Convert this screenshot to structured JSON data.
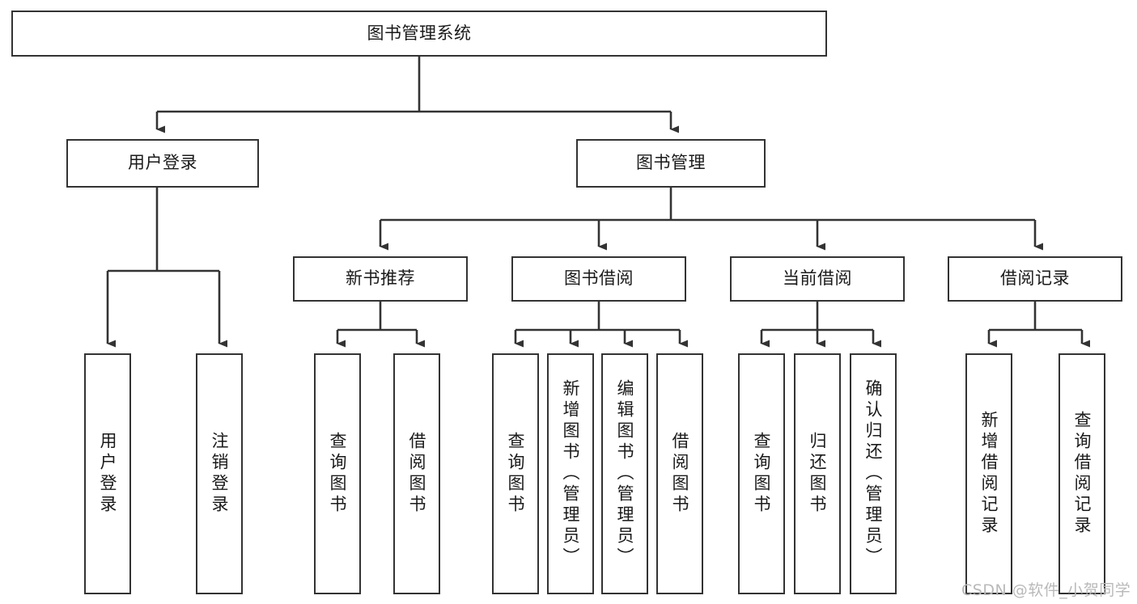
{
  "diagram": {
    "type": "tree-hierarchy",
    "title": "图书管理系统",
    "root": {
      "id": "root",
      "label": "图书管理系统",
      "orientation": "horizontal"
    },
    "level2": [
      {
        "id": "user-login",
        "label": "用户登录",
        "orientation": "horizontal"
      },
      {
        "id": "book-manage",
        "label": "图书管理",
        "orientation": "horizontal"
      }
    ],
    "level3": [
      {
        "id": "new-book-recommend",
        "label": "新书推荐",
        "orientation": "horizontal",
        "parent": "book-manage"
      },
      {
        "id": "book-borrow",
        "label": "图书借阅",
        "orientation": "horizontal",
        "parent": "book-manage"
      },
      {
        "id": "current-borrow",
        "label": "当前借阅",
        "orientation": "horizontal",
        "parent": "book-manage"
      },
      {
        "id": "borrow-record",
        "label": "借阅记录",
        "orientation": "horizontal",
        "parent": "book-manage"
      }
    ],
    "leaves": [
      {
        "id": "leaf-user-login",
        "label": "用户登录",
        "orientation": "vertical",
        "parent": "user-login"
      },
      {
        "id": "leaf-user-logout",
        "label": "注销登录",
        "orientation": "vertical",
        "parent": "user-login"
      },
      {
        "id": "leaf-query-book-1",
        "label": "查询图书",
        "orientation": "vertical",
        "parent": "new-book-recommend"
      },
      {
        "id": "leaf-borrow-book-1",
        "label": "借阅图书",
        "orientation": "vertical",
        "parent": "new-book-recommend"
      },
      {
        "id": "leaf-query-book-2",
        "label": "查询图书",
        "orientation": "vertical",
        "parent": "book-borrow"
      },
      {
        "id": "leaf-add-book",
        "label": "新增图书（管理员）",
        "orientation": "vertical",
        "parent": "book-borrow"
      },
      {
        "id": "leaf-edit-book",
        "label": "编辑图书（管理员）",
        "orientation": "vertical",
        "parent": "book-borrow"
      },
      {
        "id": "leaf-borrow-book-2",
        "label": "借阅图书",
        "orientation": "vertical",
        "parent": "book-borrow"
      },
      {
        "id": "leaf-query-book-3",
        "label": "查询图书",
        "orientation": "vertical",
        "parent": "current-borrow"
      },
      {
        "id": "leaf-return-book",
        "label": "归还图书",
        "orientation": "vertical",
        "parent": "current-borrow"
      },
      {
        "id": "leaf-confirm-return",
        "label": "确认归还（管理员）",
        "orientation": "vertical",
        "parent": "current-borrow"
      },
      {
        "id": "leaf-add-record",
        "label": "新增借阅记录",
        "orientation": "vertical",
        "parent": "borrow-record"
      },
      {
        "id": "leaf-query-record",
        "label": "查询借阅记录",
        "orientation": "vertical",
        "parent": "borrow-record"
      }
    ],
    "colors": {
      "stroke": "#333333",
      "fill": "#ffffff",
      "text": "#1a1a1a",
      "watermark": "#b9b9b9"
    }
  },
  "watermark": {
    "text": "CSDN @软件_小贺同学"
  }
}
